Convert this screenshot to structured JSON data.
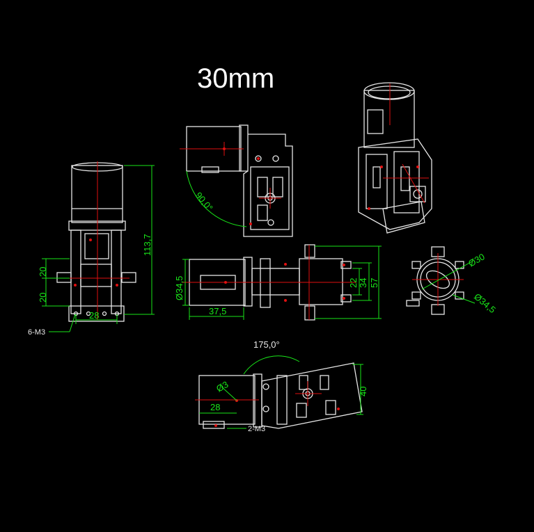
{
  "title": "30mm",
  "dimensions": {
    "height_total": "113,7",
    "front_upper_spacing": "20",
    "front_lower_spacing": "20",
    "front_base_width": "28",
    "front_holes": "6-M3",
    "rotation_angle": "90,0°",
    "mount_diameter": "Ø34,5",
    "tube_length": "37,5",
    "plate_width_inner": "22",
    "plate_width_mid": "34",
    "plate_width_outer": "57",
    "top_diameter_small": "Ø30",
    "top_diameter_large": "Ø34,5",
    "fold_angle": "175,0°",
    "hole_diameter": "Ø3",
    "bottom_length": "28",
    "bottom_holes": "2-M3",
    "bottom_height": "40"
  }
}
